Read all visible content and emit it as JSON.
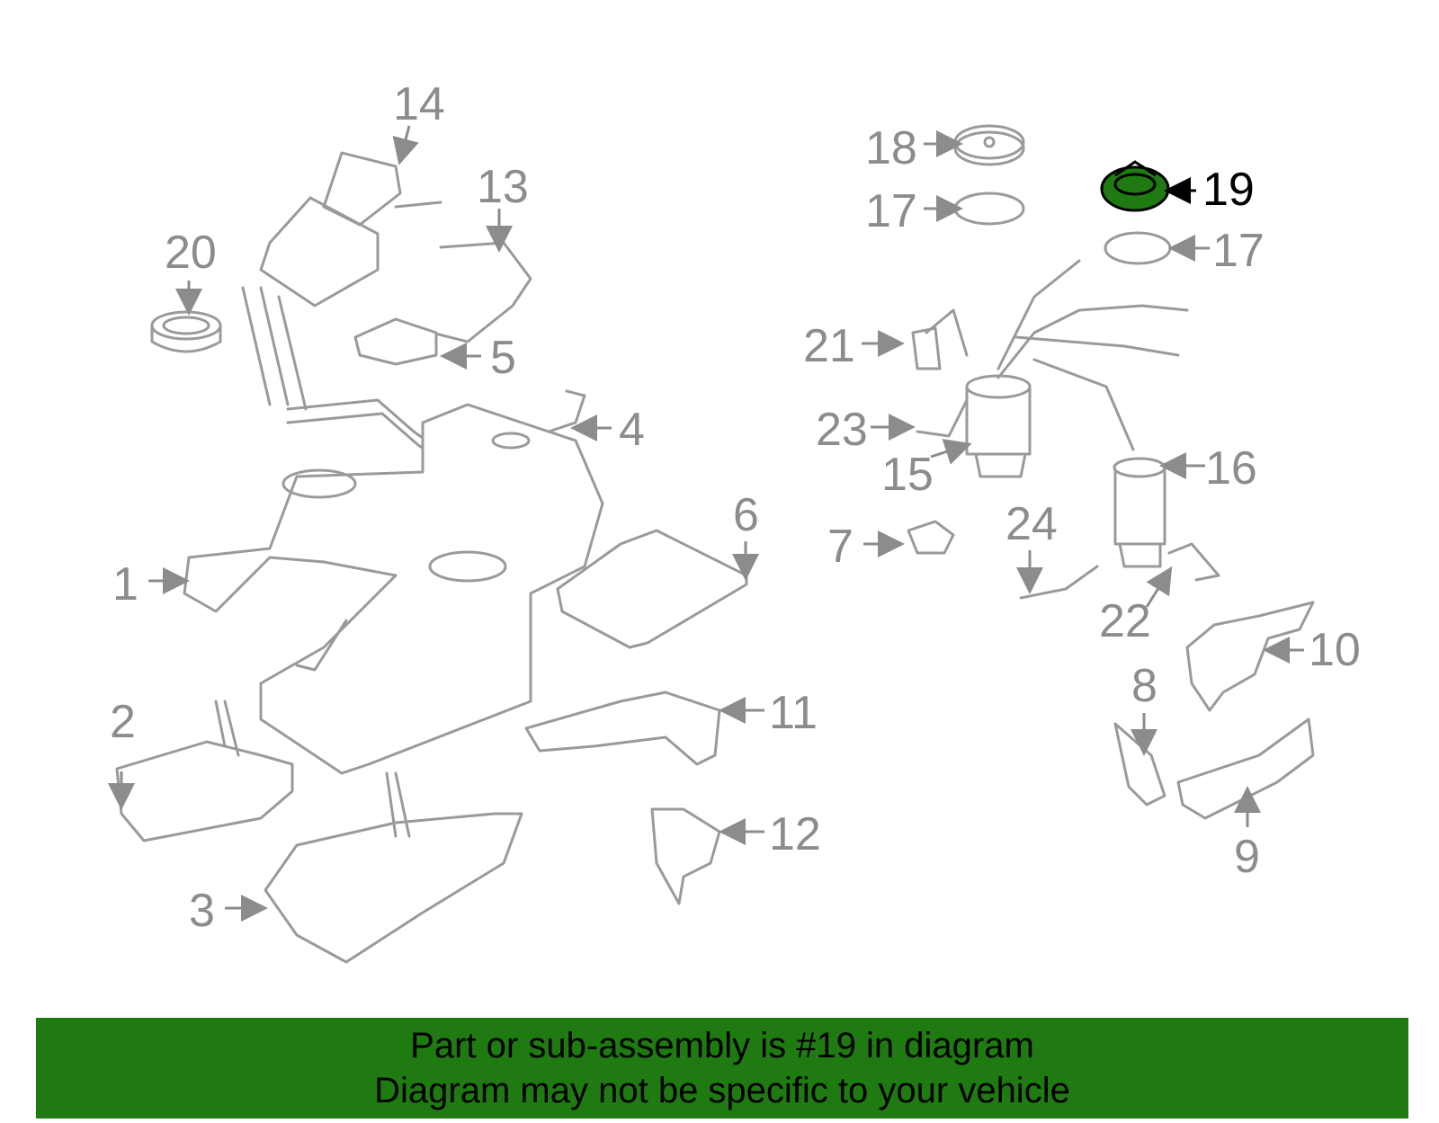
{
  "highlight_color": "#1f7a12",
  "callouts": {
    "c1": "1",
    "c2": "2",
    "c3": "3",
    "c4": "4",
    "c5": "5",
    "c6": "6",
    "c7": "7",
    "c8": "8",
    "c9": "9",
    "c10": "10",
    "c11": "11",
    "c12": "12",
    "c13": "13",
    "c14": "14",
    "c15": "15",
    "c16": "16",
    "c17a": "17",
    "c17b": "17",
    "c18": "18",
    "c19": "19",
    "c20": "20",
    "c21": "21",
    "c22": "22",
    "c23": "23",
    "c24": "24"
  },
  "banner": {
    "line1": "Part or sub-assembly is #19 in diagram",
    "line2": "Diagram may not be specific to your vehicle"
  }
}
